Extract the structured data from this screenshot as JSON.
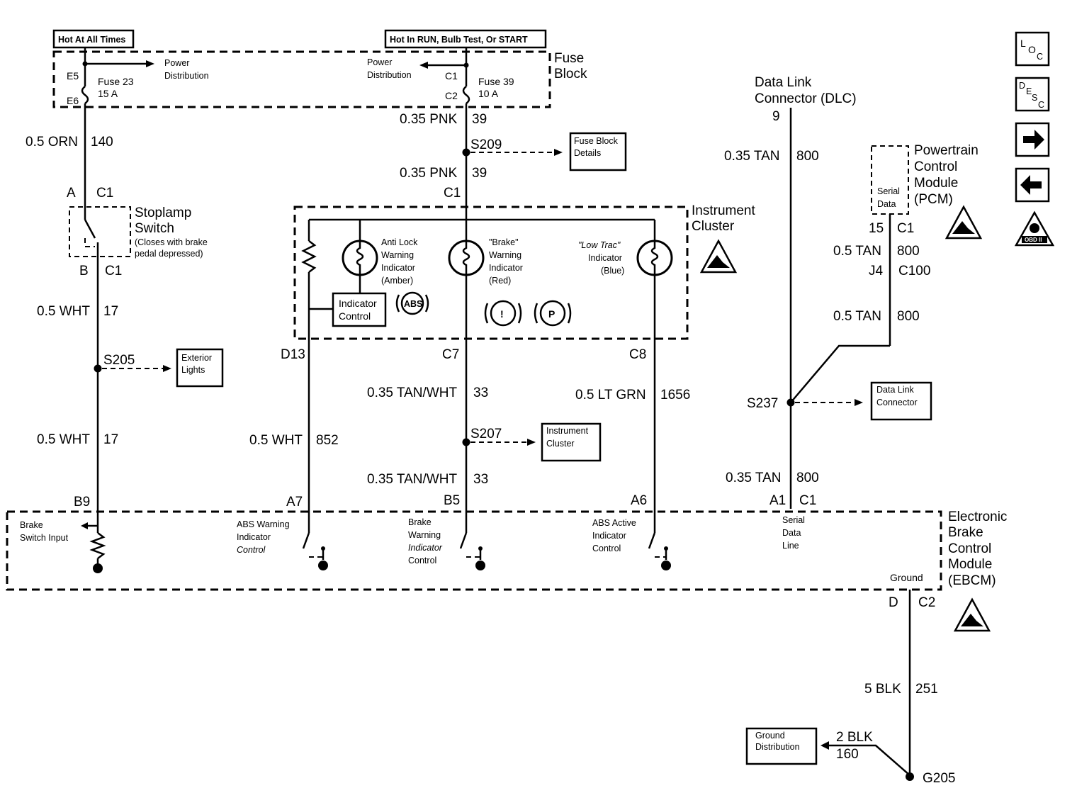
{
  "header": {
    "hot_at_all_times": "Hot At All Times",
    "hot_in_run": "Hot In RUN, Bulb Test, Or START"
  },
  "fuse_block": {
    "title_line1": "Fuse",
    "title_line2": "Block",
    "left": {
      "pin_top": "E5",
      "pin_bottom": "E6",
      "fuse_name": "Fuse 23",
      "fuse_rating": "15 A",
      "dist_line1": "Power",
      "dist_line2": "Distribution"
    },
    "right": {
      "pin_top": "C1",
      "pin_bottom": "C2",
      "fuse_name": "Fuse 39",
      "fuse_rating": "10 A",
      "dist_line1": "Power",
      "dist_line2": "Distribution"
    }
  },
  "wires": {
    "orn_140": {
      "gauge_color": "0.5 ORN",
      "circuit": "140"
    },
    "pnk_39_upper": {
      "gauge_color": "0.35 PNK",
      "circuit": "39"
    },
    "pnk_39_lower": {
      "gauge_color": "0.35 PNK",
      "circuit": "39"
    },
    "wht_17_upper": {
      "gauge_color": "0.5 WHT",
      "circuit": "17"
    },
    "wht_17_lower": {
      "gauge_color": "0.5 WHT",
      "circuit": "17"
    },
    "wht_852": {
      "gauge_color": "0.5 WHT",
      "circuit": "852"
    },
    "tanwht_33_upper": {
      "gauge_color": "0.35 TAN/WHT",
      "circuit": "33"
    },
    "tanwht_33_lower": {
      "gauge_color": "0.35 TAN/WHT",
      "circuit": "33"
    },
    "ltgrn_1656": {
      "gauge_color": "0.5 LT GRN",
      "circuit": "1656"
    },
    "tan_800_dlc": {
      "gauge_color": "0.35 TAN",
      "circuit": "800"
    },
    "tan_800_pcm": {
      "gauge_color": "0.5 TAN",
      "circuit": "800"
    },
    "tan_800_c100": {
      "gauge_color": "0.5 TAN",
      "circuit": "800"
    },
    "tan_800_ebcm": {
      "gauge_color": "0.35 TAN",
      "circuit": "800"
    },
    "blk_251": {
      "gauge_color": "5 BLK",
      "circuit": "251"
    },
    "blk_160": {
      "gauge_color": "2 BLK",
      "circuit": "160"
    }
  },
  "splices": {
    "s209": "S209",
    "s205": "S205",
    "s207": "S207",
    "s237": "S237"
  },
  "refs": {
    "fuse_block_details": [
      "Fuse Block",
      "Details"
    ],
    "exterior_lights": [
      "Exterior",
      "Lights"
    ],
    "instrument_cluster": [
      "Instrument",
      "Cluster"
    ],
    "dlc": [
      "Data Link",
      "Connector"
    ],
    "ground_distribution": [
      "Ground",
      "Distribution"
    ]
  },
  "stoplamp": {
    "pin_in": "A",
    "conn_in": "C1",
    "pin_out": "B",
    "conn_out": "C1",
    "title_line1": "Stoplamp",
    "title_line2": "Switch",
    "note_line1": "(Closes with brake",
    "note_line2": "pedal depressed)"
  },
  "cluster": {
    "title_line1": "Instrument",
    "title_line2": "Cluster",
    "top_conn": "C1",
    "abs_lamp": [
      "Anti Lock",
      "Warning",
      "Indicator",
      "(Amber)"
    ],
    "brake_lamp": [
      "\"Brake\"",
      "Warning",
      "Indicator",
      "(Red)"
    ],
    "lowtrac_lamp": [
      "\"Low Trac\"",
      "Indicator",
      "(Blue)"
    ],
    "indicator_control": [
      "Indicator",
      "Control"
    ],
    "sym_abs": "ABS",
    "sym_i": "!",
    "sym_p": "P",
    "pin_d13": "D13",
    "pin_c7": "C7",
    "pin_c8": "C8"
  },
  "dlc": {
    "title_line1": "Data Link",
    "title_line2": "Connector (DLC)",
    "pin": "9"
  },
  "pcm": {
    "title": [
      "Powertrain",
      "Control",
      "Module",
      "(PCM)"
    ],
    "serial": [
      "Serial",
      "Data"
    ],
    "pin": "15",
    "conn": "C1",
    "c100_pin": "J4",
    "c100": "C100"
  },
  "ebcm": {
    "title": [
      "Electronic",
      "Brake",
      "Control",
      "Module",
      "(EBCM)"
    ],
    "pins": {
      "b9": "B9",
      "a7": "A7",
      "b5": "B5",
      "a6": "A6",
      "a1": "A1",
      "c1": "C1"
    },
    "brake_switch_input": [
      "Brake",
      "Switch Input"
    ],
    "abs_warning_ctrl": [
      "ABS Warning",
      "Indicator",
      "Control"
    ],
    "brake_warning_ctrl": [
      "Brake",
      "Warning",
      "Indicator",
      "Control"
    ],
    "abs_active_ctrl": [
      "ABS Active",
      "Indicator",
      "Control"
    ],
    "serial_data_line": [
      "Serial",
      "Data",
      "Line"
    ],
    "ground_label": "Ground",
    "ground_pin": "D",
    "ground_conn": "C2"
  },
  "ground": {
    "name": "G205"
  },
  "nav": {
    "loc": [
      "L",
      "O",
      "C"
    ],
    "desc": [
      "D",
      "E",
      "S",
      "C"
    ],
    "next_icon": "arrow-right-icon",
    "prev_icon": "arrow-left-icon",
    "obd_label": "OBD II"
  }
}
